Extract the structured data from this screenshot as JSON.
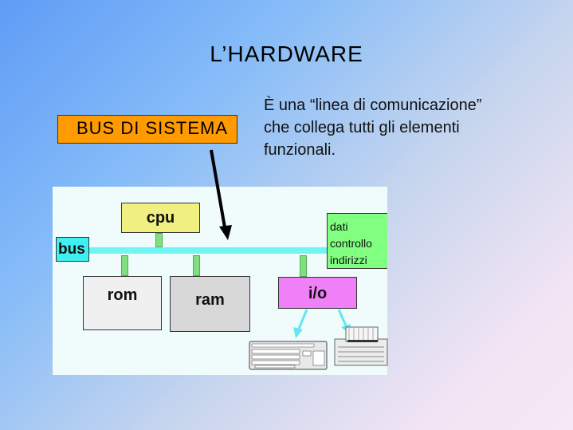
{
  "title": "L’HARDWARE",
  "callout": "BUS DI SISTEMA",
  "description": [
    "È una “linea di comunicazione”",
    "che collega tutti gli elementi",
    "funzionali."
  ],
  "diagram": {
    "bus": "bus",
    "cpu": "cpu",
    "rom": "rom",
    "ram": "ram",
    "io": "i/o",
    "bus_types": [
      "dati",
      "controllo",
      "indirizzi"
    ],
    "devices": [
      "keyboard",
      "printer"
    ]
  },
  "colors": {
    "callout": "#ff9a00",
    "cpu": "#f0f080",
    "bus": "#40f0f0",
    "io": "#f080f8",
    "bus_types": "#80ff80"
  }
}
